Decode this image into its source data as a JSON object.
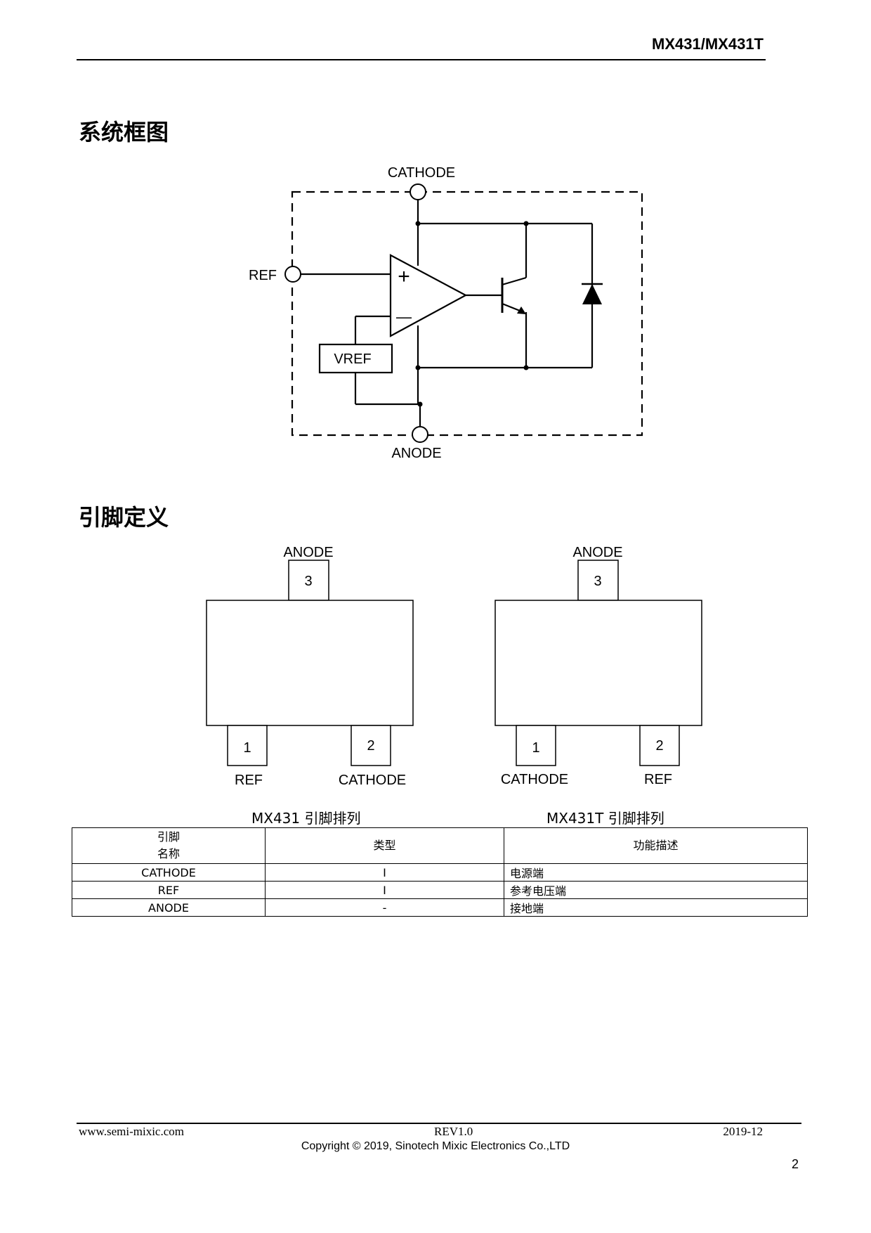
{
  "header": {
    "title": "MX431/MX431T"
  },
  "sections": {
    "block_diagram_title": "系统框图",
    "pin_definition_title": "引脚定义"
  },
  "block_diagram": {
    "cathode_label": "CATHODE",
    "anode_label": "ANODE",
    "ref_label": "REF",
    "vref_label": "VREF",
    "plus_sign": "+",
    "minus_sign": "—"
  },
  "packages": [
    {
      "caption": "MX431 引脚排列",
      "pin3_label": "ANODE",
      "pin3_num": "3",
      "pin1_label": "REF",
      "pin1_num": "1",
      "pin2_label": "CATHODE",
      "pin2_num": "2"
    },
    {
      "caption": "MX431T 引脚排列",
      "pin3_label": "ANODE",
      "pin3_num": "3",
      "pin1_label": "CATHODE",
      "pin1_num": "1",
      "pin2_label": "REF",
      "pin2_num": "2"
    }
  ],
  "pin_table": {
    "headers": {
      "name_line1": "引脚",
      "name_line2": "名称",
      "type": "类型",
      "function": "功能描述"
    },
    "rows": [
      {
        "name": "CATHODE",
        "type": "I",
        "function": "电源端"
      },
      {
        "name": "REF",
        "type": "I",
        "function": "参考电压端"
      },
      {
        "name": "ANODE",
        "type": "-",
        "function": "接地端"
      }
    ]
  },
  "footer": {
    "website": "www.semi-mixic.com",
    "revision": "REV1.0",
    "date": "2019-12",
    "copyright": "Copyright © 2019, Sinotech Mixic Electronics Co.,LTD",
    "page_number": "2"
  }
}
